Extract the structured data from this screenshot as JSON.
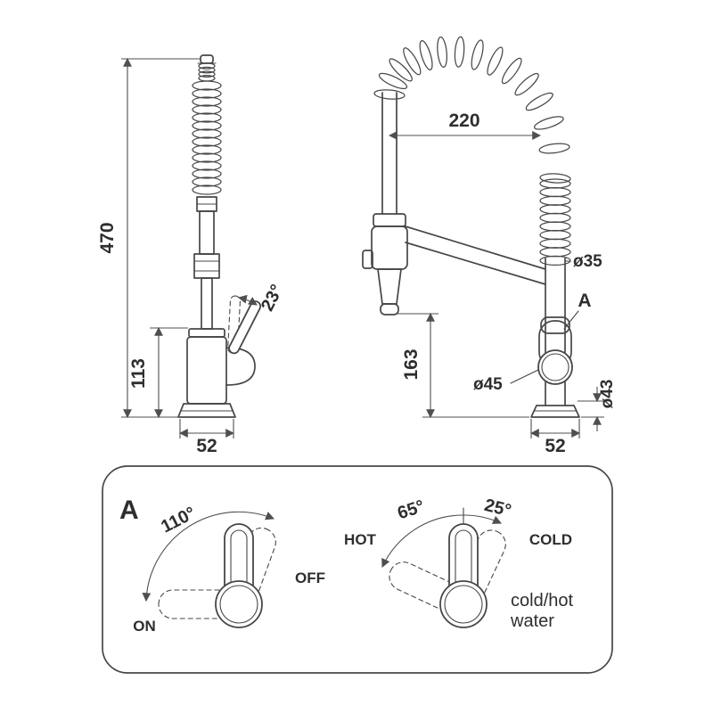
{
  "diagram": {
    "side_view": {
      "dim_height_total": "470",
      "dim_handle_height": "113",
      "dim_base_width": "52",
      "handle_angle": "23°"
    },
    "front_view": {
      "dim_spout_reach": "220",
      "dim_spout_diameter": "ø35",
      "dim_height_to_spray": "163",
      "dim_handle_diameter": "ø45",
      "dim_base_diameter": "ø43",
      "dim_base_width": "52",
      "detail_label": "A"
    },
    "detail_panel": {
      "label": "A",
      "on_off": {
        "angle": "110°",
        "on_label": "ON",
        "off_label": "OFF"
      },
      "mixer": {
        "hot_angle": "65°",
        "cold_angle": "25°",
        "hot_label": "HOT",
        "cold_label": "COLD",
        "caption_line1": "cold/hot",
        "caption_line2": "water"
      }
    },
    "colors": {
      "line": "#474747",
      "text": "#2e2e2e",
      "background": "#ffffff"
    }
  }
}
